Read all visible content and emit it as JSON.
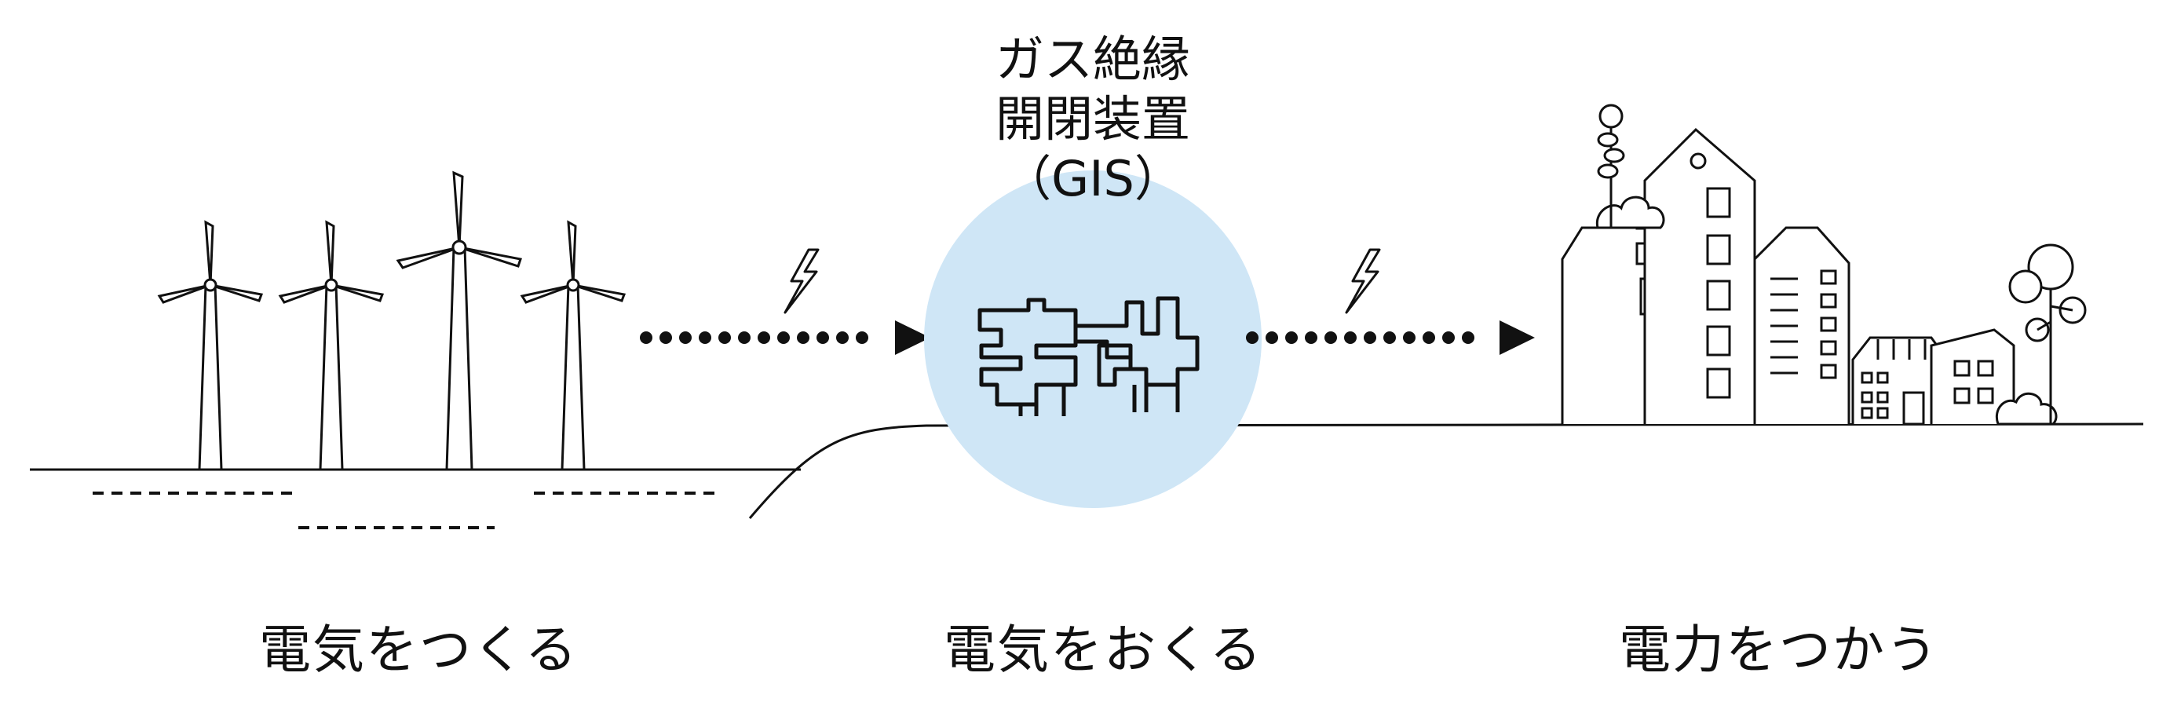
{
  "gis": {
    "title_line1": "ガス絶縁",
    "title_line2": "開閉装置",
    "title_line3": "（GIS）",
    "circle_color": "#cfe6f6"
  },
  "stages": {
    "generate": "電気をつくる",
    "transmit": "電気をおくる",
    "use": "電力をつかう"
  },
  "icons": {
    "wind_turbine": "wind-turbine-icon",
    "lightning": "lightning-icon",
    "arrow": "arrow-right-icon",
    "gis_equipment": "gis-equipment-icon",
    "city": "city-buildings-icon",
    "tree": "tree-icon"
  }
}
